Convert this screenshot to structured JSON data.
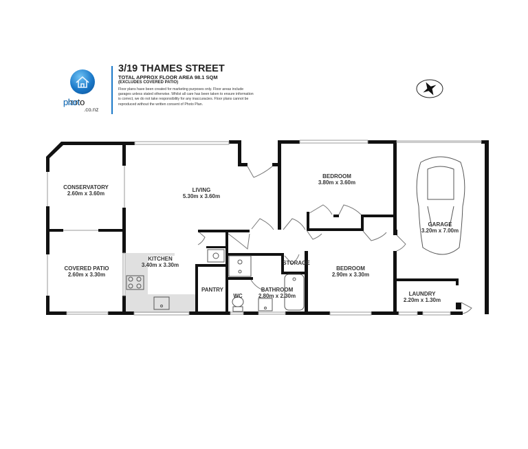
{
  "brand": {
    "name_part1": "photo",
    "name_part2": "plan",
    "domain": ".co.nz",
    "accent_color": "#1a78c8"
  },
  "header": {
    "address": "3/19 THAMES STREET",
    "floor_area": "TOTAL APPROX FLOOR AREA 98.1 SQM",
    "excludes": "(EXCLUDES COVERED PATIO)",
    "disclaimer": "Floor plans have been created for marketing purposes only. Floor areas include garages unless stated otherwise. Whilst all care has been taken to ensure information is correct, we do not take responsibility for any inaccuracies. Floor plans cannot be reproduced without the written consent of Photo Plan."
  },
  "compass": {
    "icon": "compass-icon"
  },
  "rooms": [
    {
      "name": "CONSERVATORY",
      "dims": "2.60m  x 3.60m"
    },
    {
      "name": "LIVING",
      "dims": "5.30m  x 3.60m"
    },
    {
      "name": "BEDROOM",
      "dims": "3.80m  x 3.60m"
    },
    {
      "name": "GARAGE",
      "dims": "3.20m  x 7.00m"
    },
    {
      "name": "COVERED PATIO",
      "dims": "2.60m  x 3.30m"
    },
    {
      "name": "KITCHEN",
      "dims": "3.40m  x 3.30m"
    },
    {
      "name": "STORAGE",
      "dims": ""
    },
    {
      "name": "BEDROOM",
      "dims": "2.90m  x 3.30m"
    },
    {
      "name": "PANTRY",
      "dims": ""
    },
    {
      "name": "WC",
      "dims": ""
    },
    {
      "name": "BATHROOM",
      "dims": "2.80m  x 2.30m"
    },
    {
      "name": "LAUNDRY",
      "dims": "2.20m  x 1.30m"
    }
  ]
}
